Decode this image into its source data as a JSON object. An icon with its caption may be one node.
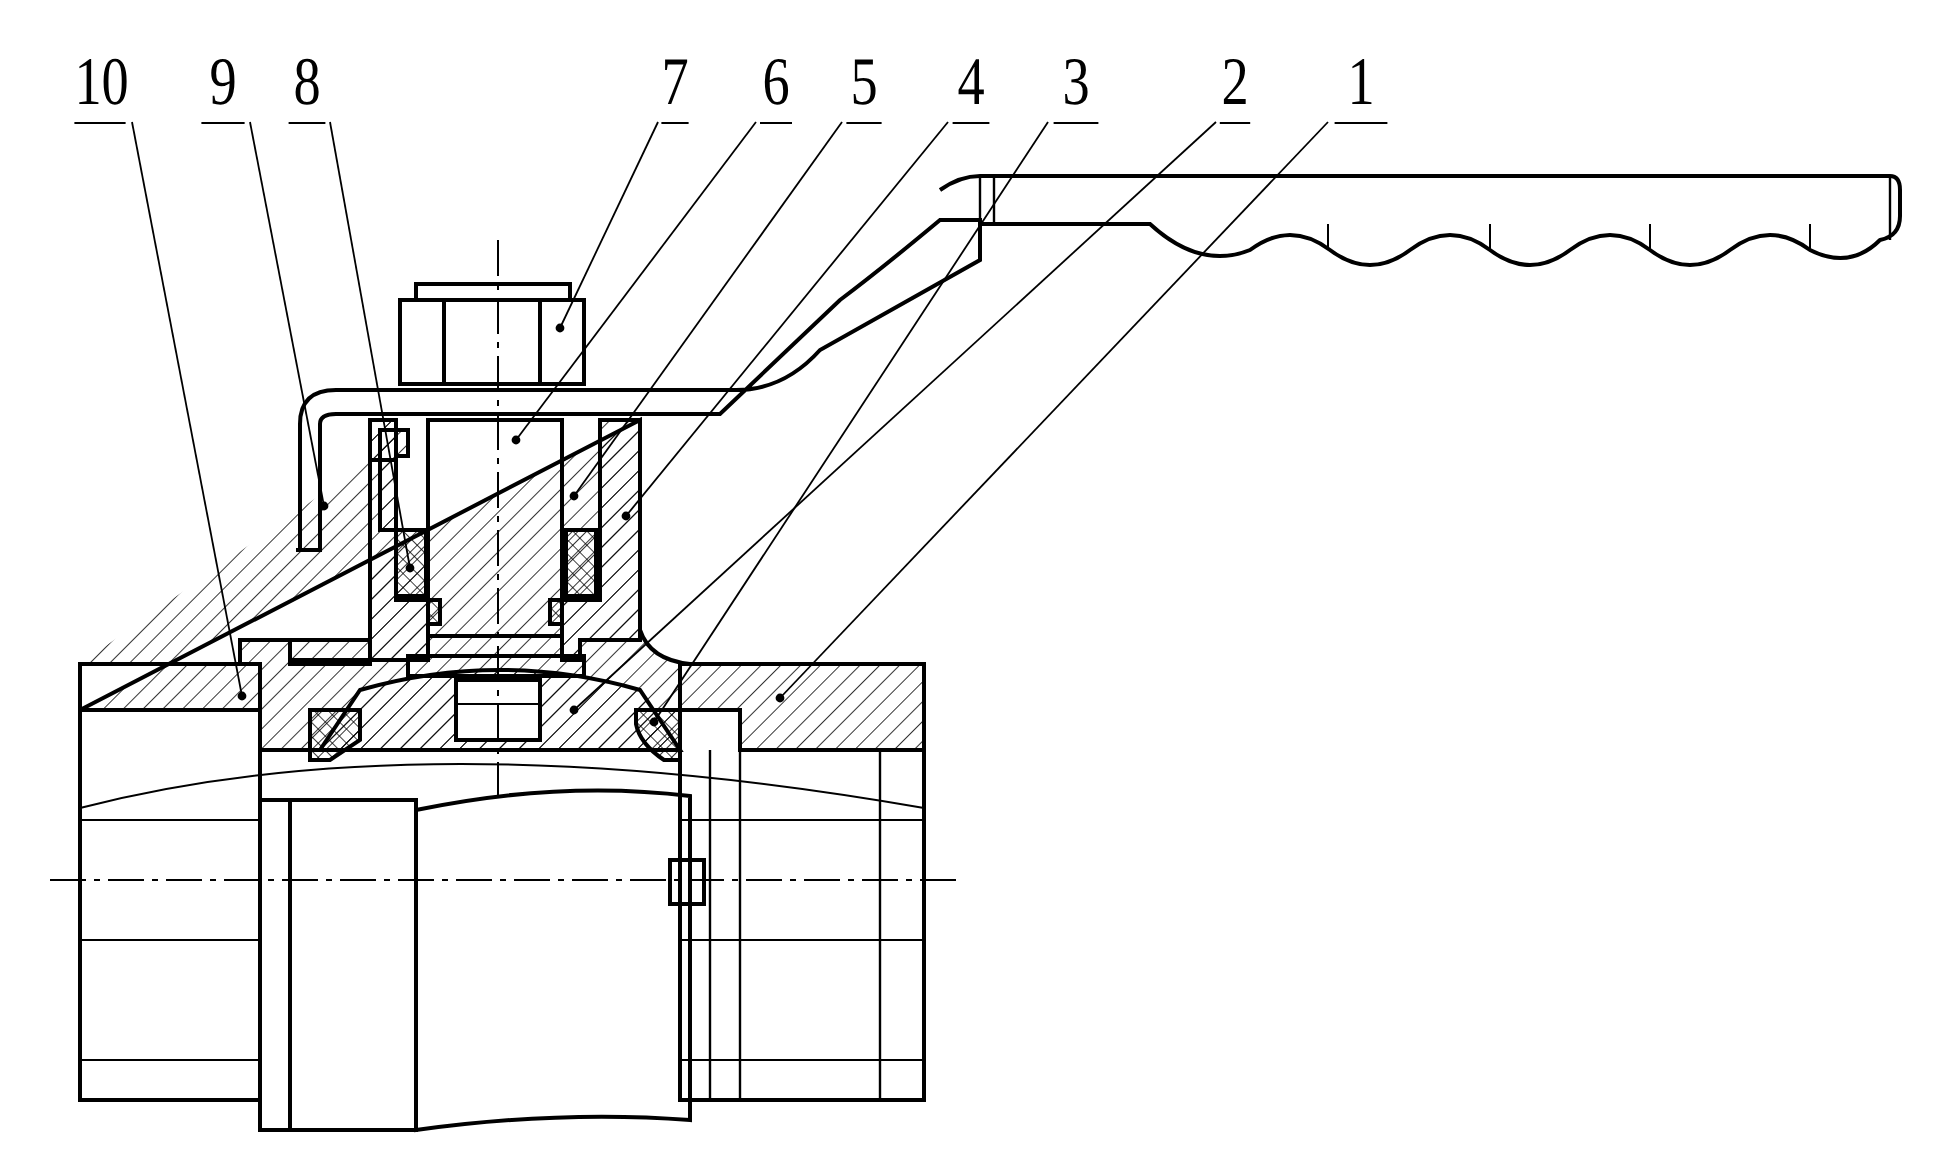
{
  "diagram": {
    "nodes": [
      {
        "text": [
          "10"
        ]
      },
      {
        "text": [
          "9"
        ]
      },
      {
        "text": [
          "8"
        ]
      },
      {
        "text": [
          "7"
        ]
      },
      {
        "text": [
          "6"
        ]
      },
      {
        "text": [
          "5"
        ]
      },
      {
        "text": [
          "4"
        ]
      },
      {
        "text": [
          "3"
        ]
      },
      {
        "text": [
          "2"
        ]
      },
      {
        "text": [
          "1"
        ]
      }
    ],
    "edges": [
      {
        "from": 0,
        "to": null,
        "arrow": "other"
      },
      {
        "from": 1,
        "to": null,
        "arrow": "other"
      },
      {
        "from": 2,
        "to": null,
        "arrow": "other"
      },
      {
        "from": 3,
        "to": null,
        "arrow": "other"
      },
      {
        "from": 4,
        "to": null,
        "arrow": "other"
      },
      {
        "from": 5,
        "to": null,
        "arrow": "other"
      },
      {
        "from": 6,
        "to": null,
        "arrow": "other"
      },
      {
        "from": 7,
        "to": null,
        "arrow": "other"
      },
      {
        "from": 8,
        "to": null,
        "arrow": "other"
      },
      {
        "from": 9,
        "to": null,
        "arrow": "other"
      }
    ]
  }
}
